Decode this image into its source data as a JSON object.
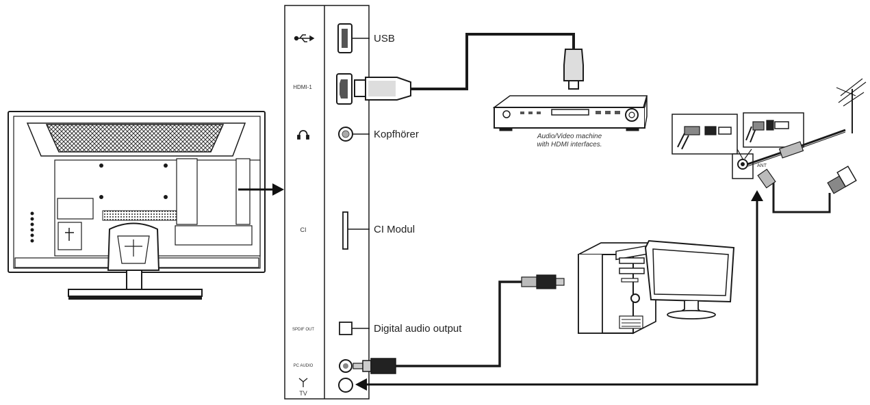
{
  "panel": {
    "side_labels": {
      "usb_symbol": "usb-icon",
      "hdmi": "HDMI-1",
      "headphone_symbol": "headphone-icon",
      "ci": "CI",
      "spdif": "SPDIF OUT",
      "pc_audio": "PC AUDIO",
      "tv": "TV"
    },
    "port_labels": {
      "usb": "USB",
      "headphone": "Kopfhörer",
      "ci": "CI Modul",
      "digital_audio": "Digital audio output"
    }
  },
  "devices": {
    "av_machine_caption_line1": "Audio/Video machine",
    "av_machine_caption_line2": "with HDMI interfaces.",
    "antenna_label": "ANT"
  },
  "colors": {
    "line": "#1a1a1a",
    "fill_dark": "#2a2a2a",
    "fill_mid": "#8a8a8a",
    "fill_light": "#d8d8d8"
  }
}
